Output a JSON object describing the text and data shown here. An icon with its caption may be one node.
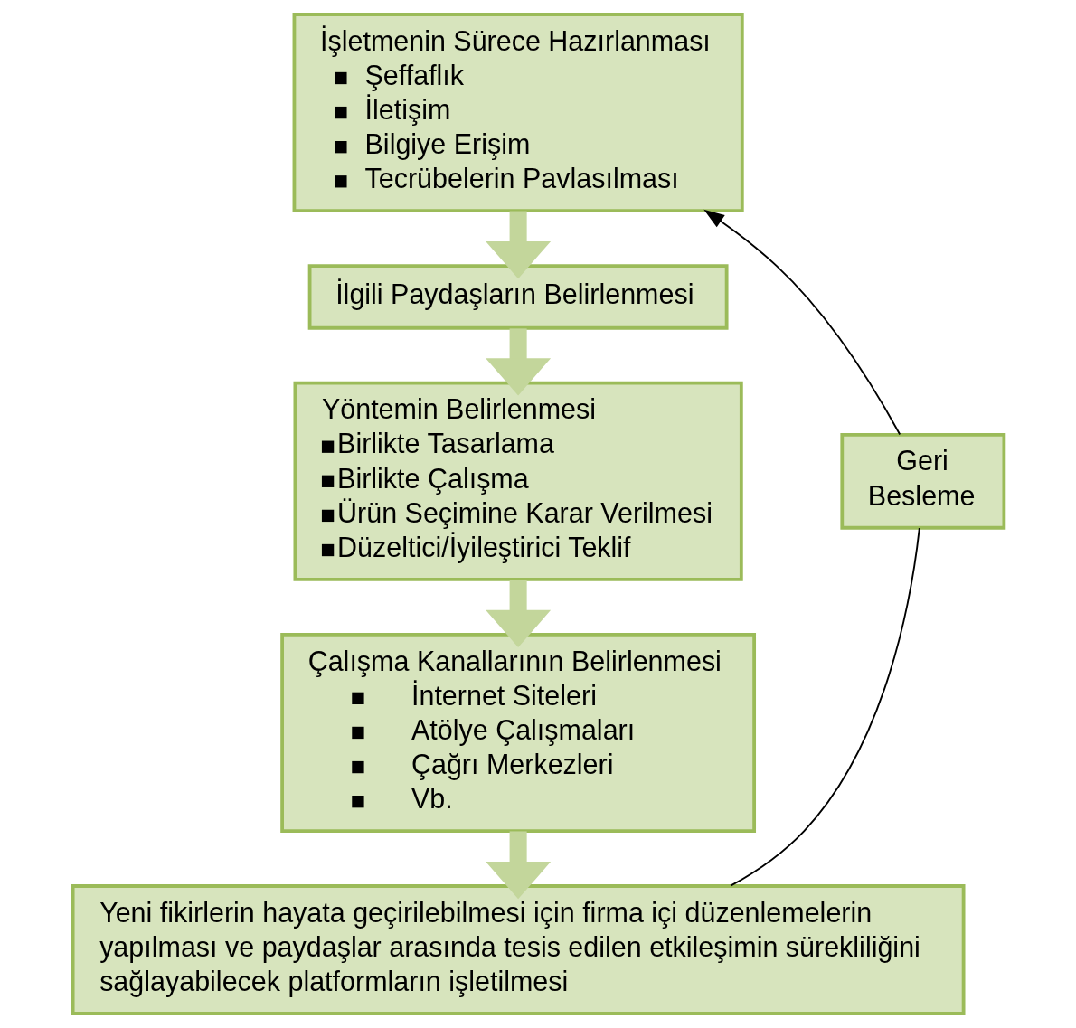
{
  "diagram": {
    "nodes": [
      {
        "text": [
          "İşletmenin Sürece Hazırlanması",
          "Şeffaflık",
          "İletişim",
          "Bilgiye Erişim",
          "Tecrübelerin Pavlasılması"
        ]
      },
      {
        "text": [
          "İlgili Paydaşların Belirlenmesi"
        ]
      },
      {
        "text": [
          "Yöntemin Belirlenmesi",
          "Birlikte Tasarlama",
          "Birlikte Çalışma",
          "Ürün Seçimine Karar Verilmesi",
          "Düzeltici/İyileştirici Teklif"
        ]
      },
      {
        "text": [
          "Çalışma Kanallarının Belirlenmesi",
          "İnternet Siteleri",
          "Atölye Çalışmaları",
          "Çağrı Merkezleri",
          "Vb."
        ]
      },
      {
        "text": [
          "Yeni fikirlerin hayata geçirilebilmesi için firma içi düzenlemelerin yapılması ve paydaşlar arasında tesis edilen etkileşimin sürekliliğini sağlayabilecek platformların işletilmesi"
        ]
      },
      {
        "text": [
          "Geri Besleme"
        ]
      }
    ],
    "edges": [
      {
        "from": 0,
        "to": 1,
        "arrow": "to",
        "color": "#c3d69b"
      },
      {
        "from": 1,
        "to": 2,
        "arrow": "to",
        "color": "#c3d69b"
      },
      {
        "from": 2,
        "to": 3,
        "arrow": "to",
        "color": "#c3d69b"
      },
      {
        "from": 3,
        "to": 4,
        "arrow": "to",
        "color": "#c3d69b"
      },
      {
        "from": 4,
        "to": 5,
        "arrow": "none",
        "color": "#000000"
      },
      {
        "from": 5,
        "to": 0,
        "arrow": "to",
        "color": "#000000"
      }
    ]
  }
}
